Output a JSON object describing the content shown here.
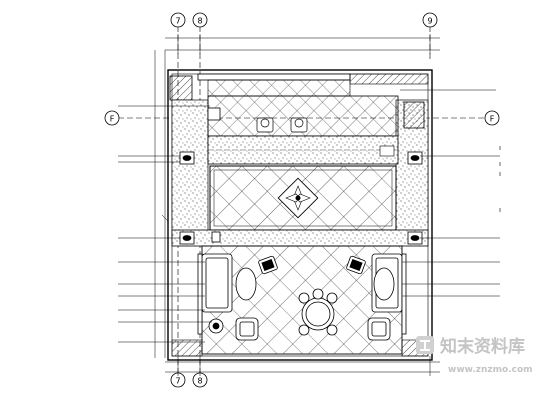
{
  "plan": {
    "grid_axes": {
      "top": [
        "7",
        "8",
        "9"
      ],
      "bottom": [
        "7",
        "8"
      ],
      "side": [
        "F",
        "F"
      ]
    },
    "rooms": {
      "upper": {
        "label": ""
      },
      "main": {
        "label": ""
      }
    },
    "callouts_left": [
      {
        "text": ""
      },
      {
        "text": ""
      },
      {
        "text": ""
      },
      {
        "text": ""
      },
      {
        "text": ""
      },
      {
        "text": ""
      },
      {
        "text": ""
      },
      {
        "text": ""
      },
      {
        "text": ""
      },
      {
        "text": ""
      }
    ],
    "callouts_right": [
      {
        "text": ""
      },
      {
        "text": ""
      },
      {
        "text": ""
      },
      {
        "text": ""
      },
      {
        "text": ""
      },
      {
        "text": ""
      }
    ]
  },
  "watermark": {
    "brand": "知末资料库",
    "url": "www.znzmo.com"
  },
  "colors": {
    "ink": "#000000",
    "paper": "#ffffff",
    "watermark": "#bfbfbf"
  }
}
